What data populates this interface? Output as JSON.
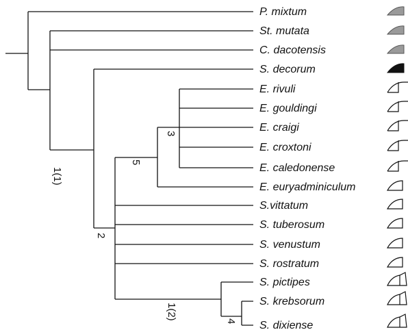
{
  "taxa": [
    {
      "label": "P. mixtum",
      "shape": "dome",
      "fill": "#9a9a9a"
    },
    {
      "label": "St. mutata",
      "shape": "dome",
      "fill": "#9a9a9a"
    },
    {
      "label": "C. dacotensis",
      "shape": "dome",
      "fill": "#9a9a9a"
    },
    {
      "label": "S. decorum",
      "shape": "dome",
      "fill": "#111111"
    },
    {
      "label": "E. rivuli",
      "shape": "open-spike",
      "fill": "none"
    },
    {
      "label": "E. gouldingi",
      "shape": "open-spike",
      "fill": "none"
    },
    {
      "label": "E. craigi",
      "shape": "open-spike",
      "fill": "none"
    },
    {
      "label": "E. croxtoni",
      "shape": "open-spike",
      "fill": "none"
    },
    {
      "label": "E. caledonense",
      "shape": "open-spike",
      "fill": "none"
    },
    {
      "label": "E. euryadminiculum",
      "shape": "closed-dome",
      "fill": "none"
    },
    {
      "label": "S.vittatum",
      "shape": "closed-dome",
      "fill": "none"
    },
    {
      "label": "S. tuberosum",
      "shape": "closed-dome",
      "fill": "none"
    },
    {
      "label": "S. venustum",
      "shape": "closed-dome",
      "fill": "none"
    },
    {
      "label": "S. rostratum",
      "shape": "closed-dome",
      "fill": "none"
    },
    {
      "label": "S. pictipes",
      "shape": "hook",
      "fill": "none"
    },
    {
      "label": "S. krebsorum",
      "shape": "hook",
      "fill": "none"
    },
    {
      "label": "S. dixiense",
      "shape": "hook",
      "fill": "none"
    }
  ],
  "node_labels": {
    "n1": "1(1)",
    "n2": "2",
    "n3": "3",
    "n5": "5",
    "n12": "1(2)",
    "n4": "4"
  }
}
